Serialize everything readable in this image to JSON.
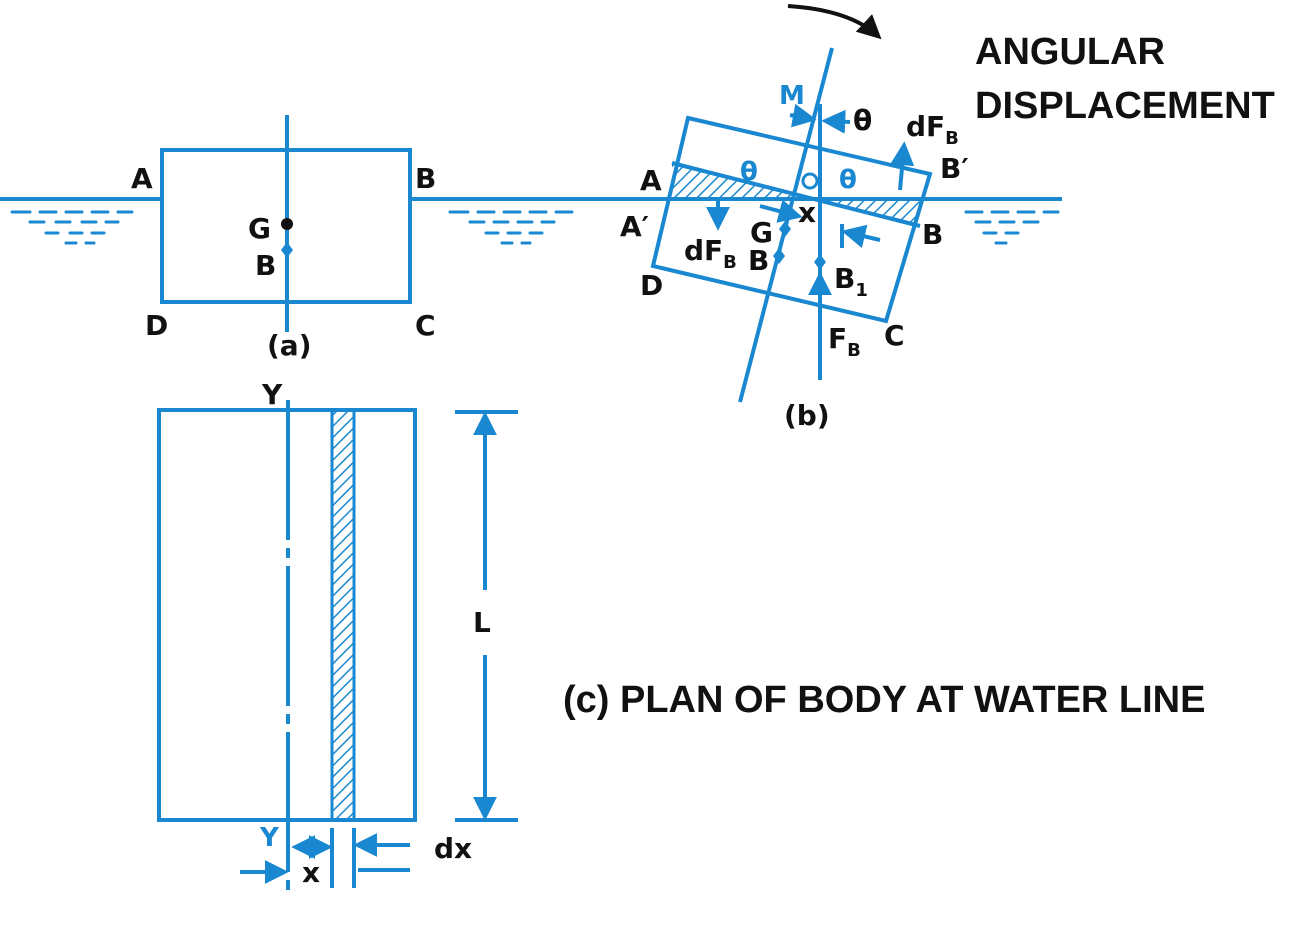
{
  "colors": {
    "line": "#1a88d0",
    "text": "#111111",
    "background": "#ffffff"
  },
  "title": {
    "line1": "ANGULAR",
    "line2": "DISPLACEMENT"
  },
  "fig_a": {
    "caption": "(a)",
    "corner_a": "A",
    "corner_b": "B",
    "corner_c": "C",
    "corner_d": "D",
    "point_g": "G",
    "point_b": "B"
  },
  "fig_b": {
    "caption": "(b)",
    "corner_a": "A",
    "corner_a_prime": "A′",
    "corner_b": "B",
    "corner_b_prime": "B′",
    "corner_c": "C",
    "corner_d": "D",
    "metacentre": "M",
    "theta_top": "θ",
    "theta_left": "θ",
    "theta_right": "θ",
    "df_left": "dF",
    "df_left_sub": "B",
    "df_right": "dF",
    "df_right_sub": "B",
    "point_g": "G",
    "point_b": "B",
    "point_b1": "B",
    "point_b1_sub": "1",
    "point_x": "x",
    "origin": "O",
    "force_fb": "F",
    "force_fb_sub": "B"
  },
  "fig_c": {
    "caption": "(c) PLAN OF BODY AT WATER LINE",
    "axis_y_top": "Y",
    "axis_y_bottom": "Y",
    "length": "L",
    "dist_x": "x",
    "width_dx": "dx"
  }
}
